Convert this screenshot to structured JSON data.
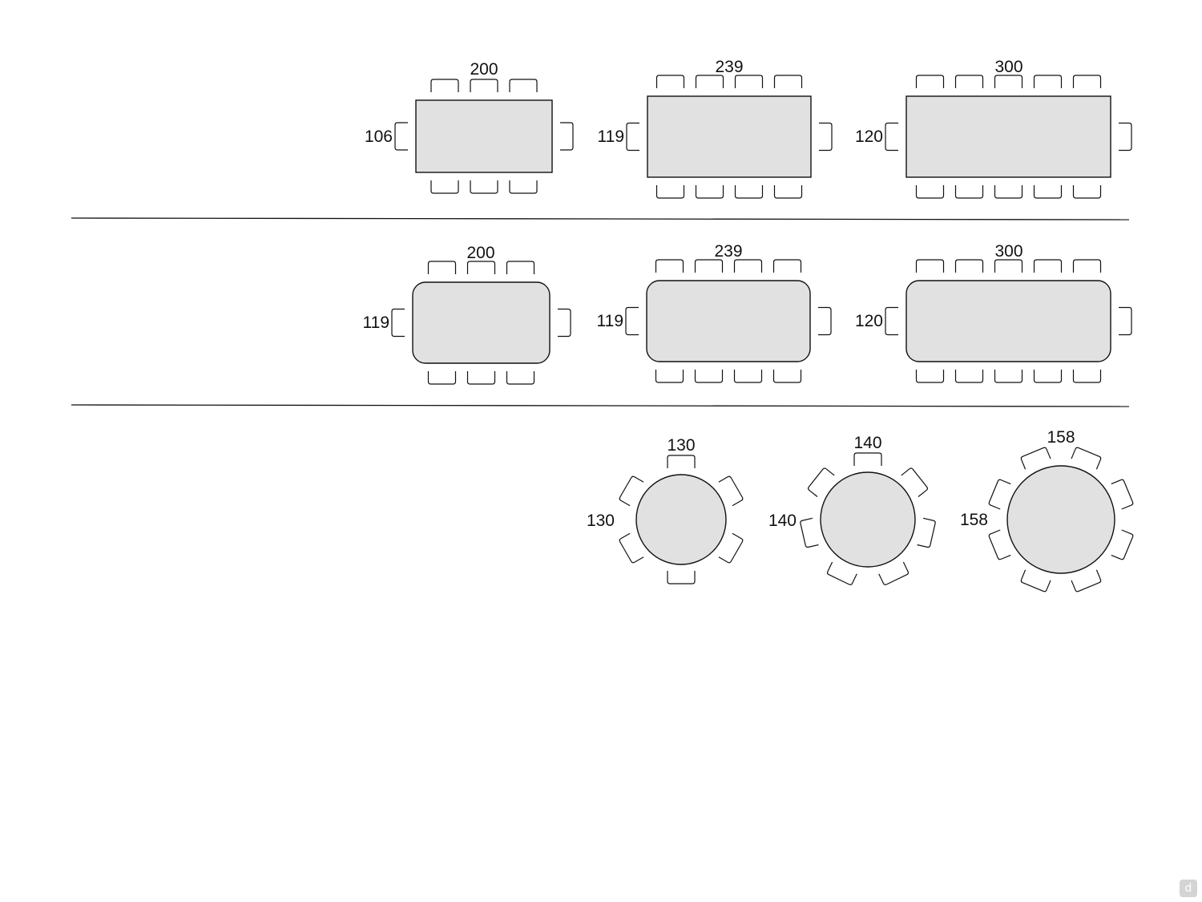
{
  "rows": [
    {
      "shape": "rectangle",
      "tables": [
        {
          "width_label": "200",
          "depth_label": "106",
          "chairs_long_side": 3,
          "chairs_short_side": 1
        },
        {
          "width_label": "239",
          "depth_label": "119",
          "chairs_long_side": 4,
          "chairs_short_side": 1
        },
        {
          "width_label": "300",
          "depth_label": "120",
          "chairs_long_side": 5,
          "chairs_short_side": 1
        }
      ]
    },
    {
      "shape": "rounded-rectangle",
      "tables": [
        {
          "width_label": "200",
          "depth_label": "119",
          "chairs_long_side": 3,
          "chairs_short_side": 1
        },
        {
          "width_label": "239",
          "depth_label": "119",
          "chairs_long_side": 4,
          "chairs_short_side": 1
        },
        {
          "width_label": "300",
          "depth_label": "120",
          "chairs_long_side": 5,
          "chairs_short_side": 1
        }
      ]
    },
    {
      "shape": "round",
      "tables": [
        {
          "width_label": "130",
          "depth_label": "130",
          "chairs": 6
        },
        {
          "width_label": "140",
          "depth_label": "140",
          "chairs": 7
        },
        {
          "width_label": "158",
          "depth_label": "158",
          "chairs": 8
        }
      ]
    }
  ],
  "logo": {
    "icon": "d-logo-icon",
    "letter": "d"
  }
}
